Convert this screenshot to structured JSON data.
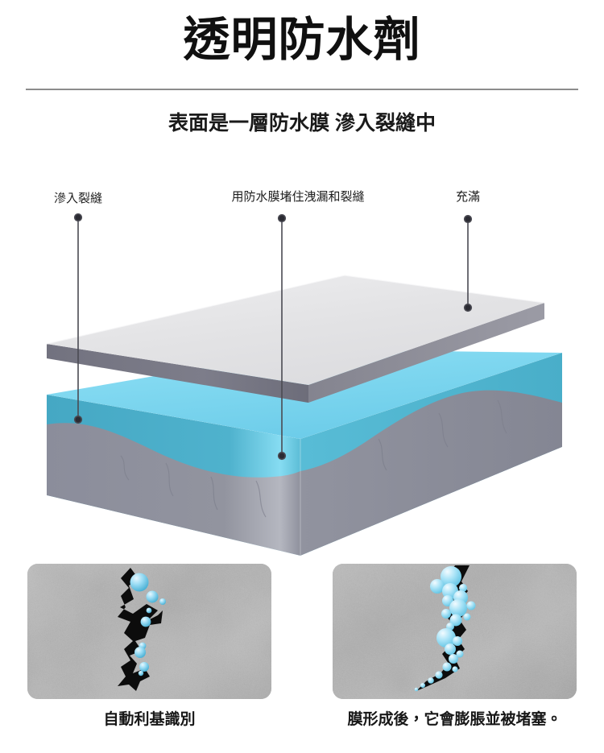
{
  "header": {
    "title": "透明防水劑",
    "subtitle": "表面是一層防水膜 滲入裂縫中"
  },
  "diagram": {
    "callouts": [
      {
        "label": "滲入裂縫",
        "name": "callout-penetrate-crack"
      },
      {
        "label": "用防水膜堵住洩漏和裂縫",
        "name": "callout-seal-leaks"
      },
      {
        "label": "充滿",
        "name": "callout-fill"
      }
    ],
    "layers": [
      {
        "name": "waterproof-membrane-plate",
        "top_color": "#e4e4e6",
        "edge_color": "#7b7b8a"
      },
      {
        "name": "penetrating-liquid-layer",
        "top_color": "#7fd8f0",
        "side_color": "#4aadc9"
      },
      {
        "name": "concrete-substrate",
        "color": "#8e909e",
        "side_color": "#9a9ca9"
      }
    ]
  },
  "photos": [
    {
      "name": "photo-crack-detected",
      "caption": "自動利基識別",
      "concrete_color": "#b6b6b6",
      "crack_color": "#0a0a0a",
      "droplet_color": "#8ed8f2"
    },
    {
      "name": "photo-crack-sealed",
      "caption": "膜形成後，它會膨脹並被堵塞。",
      "concrete_color": "#b2b2b2",
      "crack_color": "#0a0a0a",
      "droplet_color": "#a8e2f5"
    }
  ],
  "colors": {
    "divider": "#8c8c8c",
    "text": "#1a1a1a",
    "leader_line": "#4a4a52",
    "accent_blue": "#7fd8f0"
  }
}
